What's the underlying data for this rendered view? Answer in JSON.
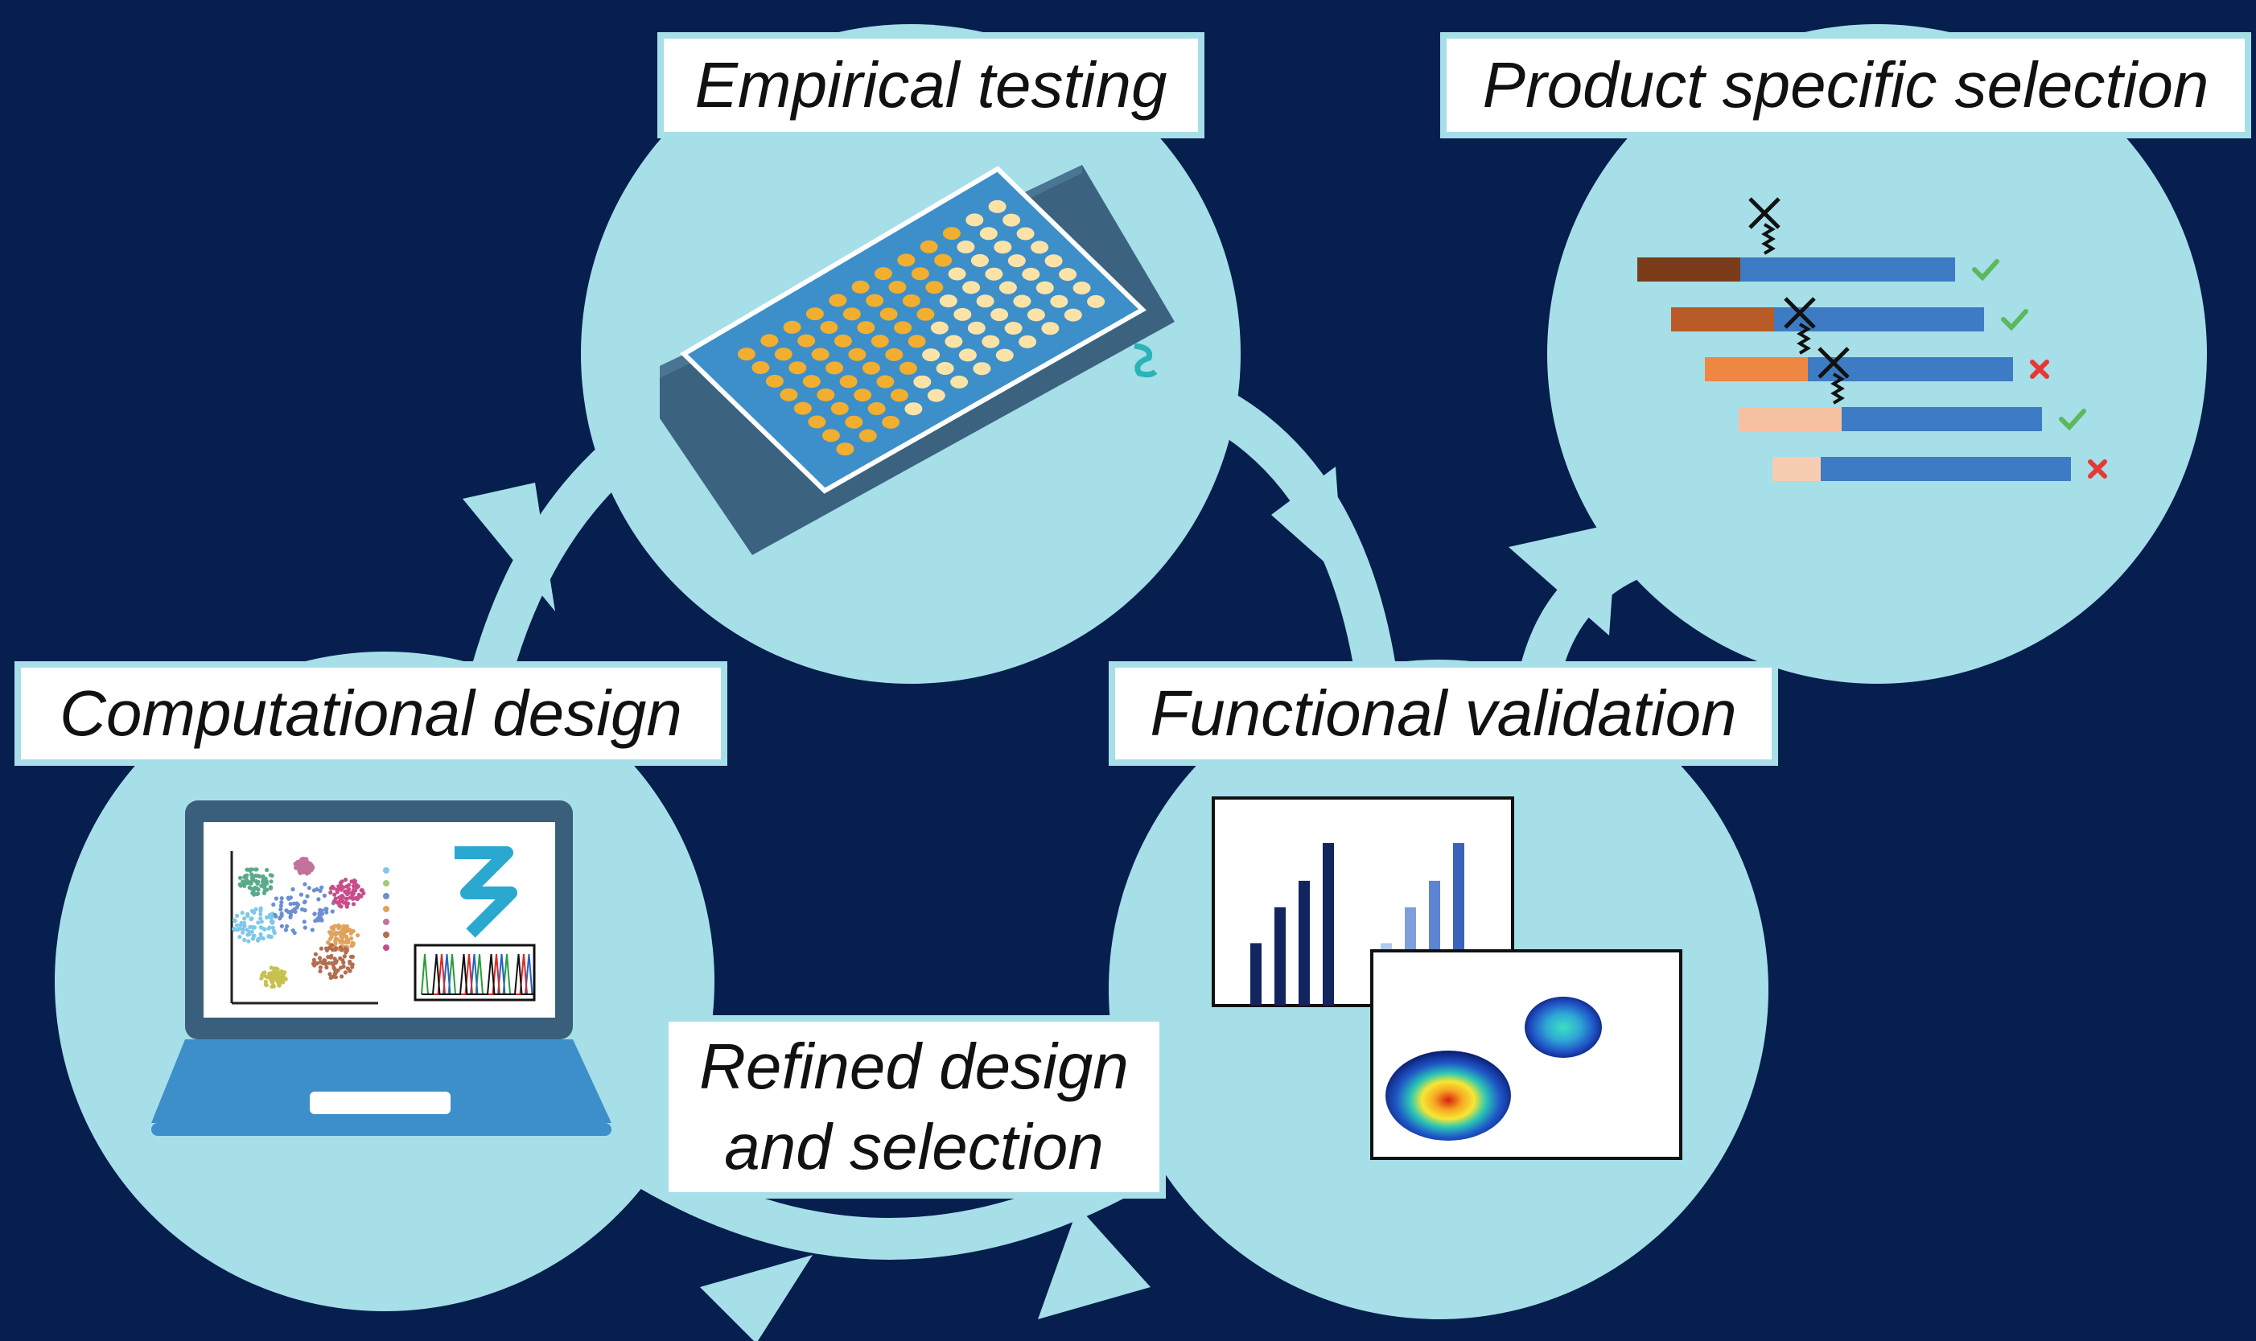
{
  "stages": {
    "empirical": {
      "label": "Empirical testing"
    },
    "product": {
      "label": "Product specific selection"
    },
    "computational": {
      "label": "Computational design"
    },
    "functional": {
      "label": "Functional validation"
    },
    "refined": {
      "line1": "Refined design",
      "line2": "and selection"
    }
  },
  "colors": {
    "background": "#061f4f",
    "circle": "#a6dfe8",
    "plate": "#3d8fc9",
    "well_orange": "#f2ae2e",
    "well_cream": "#fbe3a8",
    "laptop": "#3a5f7c",
    "accent_green": "#5cb85c",
    "accent_red": "#e53935"
  },
  "product_rows": [
    {
      "color": "#7a3c1a",
      "has_cut": true,
      "result": "check"
    },
    {
      "color": "#b85b26",
      "has_cut": false,
      "result": "check"
    },
    {
      "color": "#ee8741",
      "has_cut": true,
      "result": "cross"
    },
    {
      "color": "#f5c1a0",
      "has_cut": true,
      "result": "check"
    },
    {
      "color": "#f6cdb0",
      "has_cut": false,
      "result": "cross"
    }
  ],
  "bar_chart": {
    "series": [
      {
        "values": [
          0.33,
          0.52,
          0.66,
          0.86
        ],
        "color": "#13255e"
      },
      {
        "values": [
          0.33,
          0.52,
          0.66,
          0.86
        ],
        "colors": [
          "#b3c6ec",
          "#7e9fdc",
          "#5c84d0",
          "#3a63bc"
        ]
      }
    ]
  }
}
